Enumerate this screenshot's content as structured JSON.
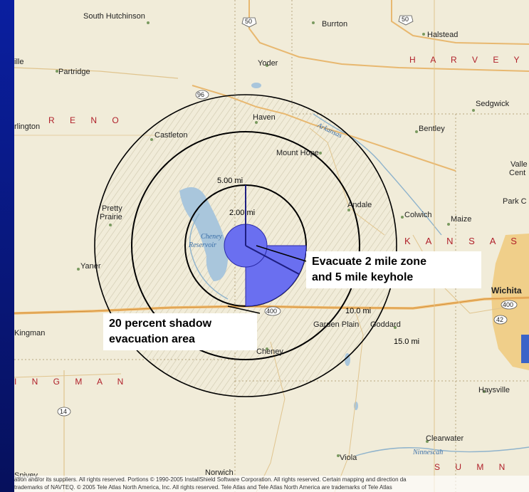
{
  "map": {
    "towns": [
      {
        "id": "south-hutchinson",
        "label": "South Hutchinson"
      },
      {
        "id": "burrton",
        "label": "Burrton"
      },
      {
        "id": "halstead",
        "label": "Halstead"
      },
      {
        "id": "yoder",
        "label": "Yoder"
      },
      {
        "id": "partridge",
        "label": "Partridge"
      },
      {
        "id": "sedgwick",
        "label": "Sedgwick"
      },
      {
        "id": "haven",
        "label": "Haven"
      },
      {
        "id": "castleton",
        "label": "Castleton"
      },
      {
        "id": "bentley",
        "label": "Bentley"
      },
      {
        "id": "mount-hope",
        "label": "Mount Hope"
      },
      {
        "id": "arlington",
        "label": "rlington"
      },
      {
        "id": "ille",
        "label": "ille"
      },
      {
        "id": "valley-center",
        "label": "Valle"
      },
      {
        "id": "valley-center-2",
        "label": "Cent"
      },
      {
        "id": "pretty-prairie",
        "label": "Pretty"
      },
      {
        "id": "pretty-prairie-2",
        "label": "Prairie"
      },
      {
        "id": "andale",
        "label": "Andale"
      },
      {
        "id": "colwich",
        "label": "Colwich"
      },
      {
        "id": "maize",
        "label": "Maize"
      },
      {
        "id": "park-city",
        "label": "Park C"
      },
      {
        "id": "yaner",
        "label": "Yaner"
      },
      {
        "id": "wichita",
        "label": "Wichita"
      },
      {
        "id": "garden-plain",
        "label": "Garden Plain"
      },
      {
        "id": "goddard",
        "label": "Goddard"
      },
      {
        "id": "kingman",
        "label": "Kingman"
      },
      {
        "id": "cheney",
        "label": "Cheney"
      },
      {
        "id": "haysville",
        "label": "Haysville"
      },
      {
        "id": "clearwater",
        "label": "Clearwater"
      },
      {
        "id": "viola",
        "label": "Viola"
      },
      {
        "id": "norwich",
        "label": "Norwich"
      },
      {
        "id": "spivey",
        "label": "Spivey"
      }
    ],
    "counties": {
      "harvey": "H A R V E Y",
      "reno": "R E N O",
      "kingman": "I N G M A N",
      "sumner": "S U M N"
    },
    "state": "K A N S A S",
    "water": {
      "arkansas": "Arkansas",
      "cheney_res_1": "Cheney",
      "cheney_res_2": "Reservoir",
      "ninnescah": "Ninnescah"
    },
    "shields": {
      "us50_north": "50",
      "us50_east": "50",
      "k96": "96",
      "k400_center": "400",
      "k400_east": "400",
      "k42": "42",
      "k14": "14"
    },
    "rings": {
      "r2": "2.00 mi",
      "r5": "5.00 mi",
      "r10": "10.0 mi",
      "r15": "15.0 mi"
    }
  },
  "callouts": {
    "evac_line1": "Evacuate 2 mile zone",
    "evac_line2": "and 5 mile keyhole",
    "shadow_line1": "20 percent shadow",
    "shadow_line2": "evacuation area"
  },
  "copyright": {
    "line1": "ation and/or its suppliers. All rights reserved. Portions © 1990-2005 InstallShield Software Corporation. All rights reserved. Certain mapping and direction da",
    "line2": "trademarks of NAVTEQ. © 2005 Tele Atlas North America, Inc. All rights reserved. Tele Atlas and Tele Atlas North America are trademarks of Tele Atlas"
  },
  "colors": {
    "background": "#0a1fa0",
    "map_land": "#f1ecd9",
    "evac_fill": "#6a6ff0",
    "city_fill": "#f0cf8a",
    "water": "#a9c6dc",
    "county_label": "#b0202a"
  }
}
